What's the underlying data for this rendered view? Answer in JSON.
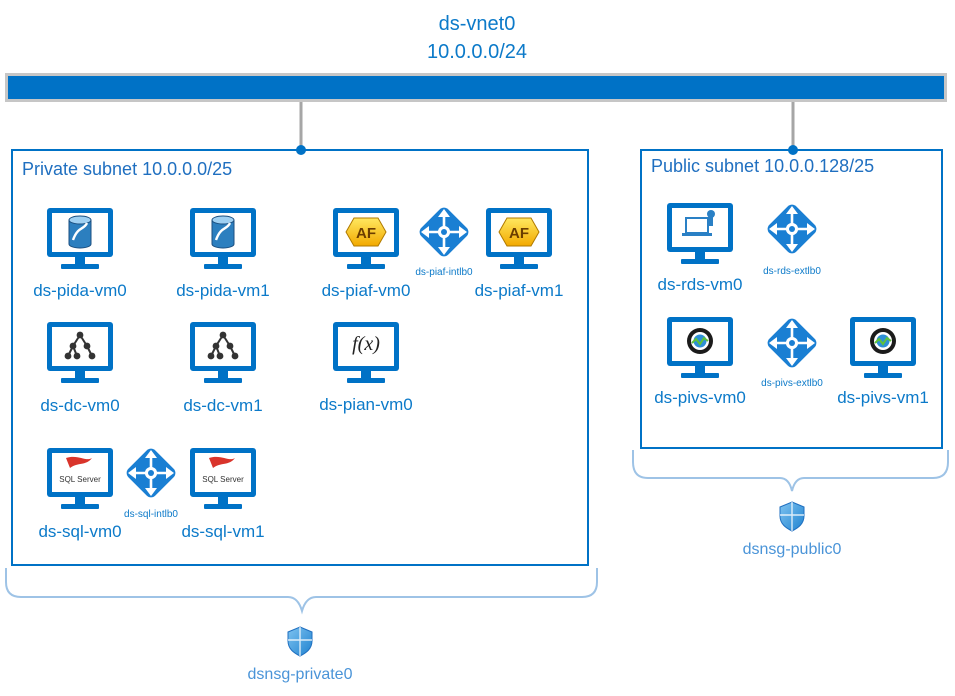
{
  "vnet": {
    "name": "ds-vnet0",
    "cidr": "10.0.0.0/24"
  },
  "private_subnet": {
    "label": "Private subnet 10.0.0.0/25",
    "vms": {
      "pida0": "ds-pida-vm0",
      "pida1": "ds-pida-vm1",
      "piaf0": "ds-piaf-vm0",
      "piaf1": "ds-piaf-vm1",
      "dc0": "ds-dc-vm0",
      "dc1": "ds-dc-vm1",
      "pian0": "ds-pian-vm0",
      "sql0": "ds-sql-vm0",
      "sql1": "ds-sql-vm1"
    },
    "load_balancers": {
      "piaf": "ds-piaf-intlb0",
      "sql": "ds-sql-intlb0"
    },
    "nsg": "dsnsg-private0"
  },
  "public_subnet": {
    "label": "Public subnet 10.0.0.128/25",
    "vms": {
      "rds0": "ds-rds-vm0",
      "pivs0": "ds-pivs-vm0",
      "pivs1": "ds-pivs-vm1"
    },
    "load_balancers": {
      "rds": "ds-rds-extlb0",
      "pivs": "ds-pivs-extlb0"
    },
    "nsg": "dsnsg-public0"
  },
  "icon_text": {
    "af": "AF",
    "fx": "f(x)",
    "sql_server": "SQL Server"
  },
  "colors": {
    "azure_blue": "#0072c6",
    "subnet_border": "#0072c6",
    "vnet_bar": "#0072c6",
    "label_blue": "#0c7ac9",
    "nsg_bracket": "#9ec3e6"
  }
}
